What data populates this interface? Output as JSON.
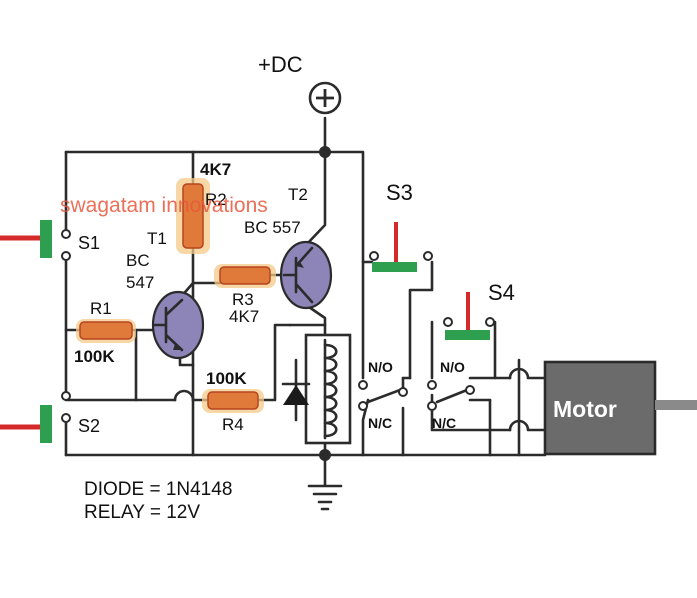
{
  "power": {
    "label": "+DC"
  },
  "watermark": "swagatam innovations",
  "switches": {
    "s1": "S1",
    "s2": "S2",
    "s3": "S3",
    "s4": "S4"
  },
  "transistors": {
    "t1": {
      "ref": "T1",
      "type": "BC",
      "number": "547"
    },
    "t2": {
      "ref": "T2",
      "type": "BC 557"
    }
  },
  "resistors": {
    "r1": {
      "ref": "R1",
      "value": "100K"
    },
    "r2": {
      "ref": "R2",
      "value": "4K7"
    },
    "r3": {
      "ref": "R3",
      "value": "4K7"
    },
    "r4": {
      "ref": "R4",
      "value": "100K"
    }
  },
  "relay_contacts": {
    "no": "N/O",
    "nc": "N/C"
  },
  "motor": {
    "label": "Motor"
  },
  "notes": {
    "diode": "DIODE = 1N4148",
    "relay": "RELAY = 12V"
  },
  "colors": {
    "wire": "#2b2b2b",
    "resistor": "#e07a3a",
    "transistor": "#8d85b8",
    "switch_red": "#d42a2a",
    "switch_green": "#2e9e4f",
    "motor": "#6b6b6b",
    "watermark": "#e9573d"
  }
}
